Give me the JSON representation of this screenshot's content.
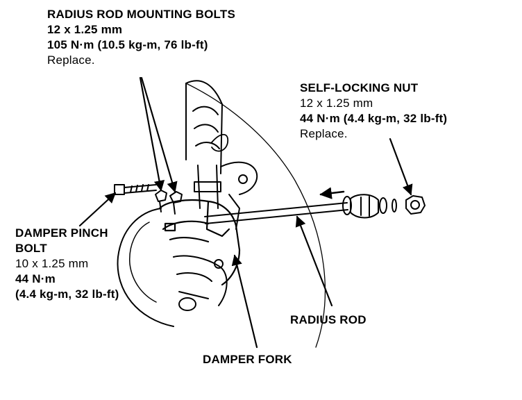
{
  "callouts": {
    "radius_rod_mounting_bolts": {
      "title": "RADIUS ROD MOUNTING BOLTS",
      "size": "12 x 1.25 mm",
      "torque": "105 N·m (10.5 kg-m, 76 lb-ft)",
      "note": "Replace."
    },
    "self_locking_nut": {
      "title": "SELF-LOCKING NUT",
      "size": "12 x 1.25 mm",
      "torque": "44 N·m (4.4 kg-m, 32 lb-ft)",
      "note": "Replace."
    },
    "damper_pinch_bolt": {
      "title_line1": "DAMPER PINCH",
      "title_line2": "BOLT",
      "size": "10 x 1.25 mm",
      "torque_line1": "44 N·m",
      "torque_line2": "(4.4 kg-m, 32 lb-ft)"
    },
    "radius_rod": {
      "title": "RADIUS ROD"
    },
    "damper_fork": {
      "title": "DAMPER FORK"
    }
  },
  "colors": {
    "ink": "#000000",
    "paper": "#ffffff"
  }
}
